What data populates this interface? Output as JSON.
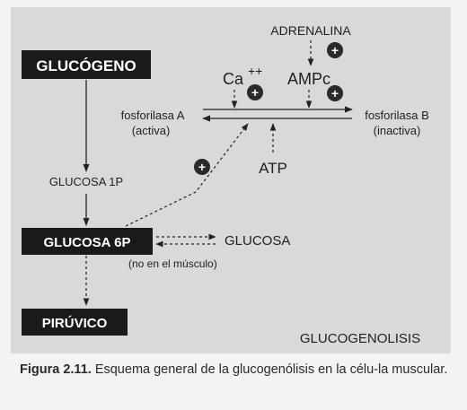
{
  "nodes": {
    "glucogeno": "GLUCÓGENO",
    "glucosa_1p": "GLUCOSA 1P",
    "glucosa_6p": "GLUCOSA 6P",
    "piruvico": "PIRÚVICO",
    "glucosa": "GLUCOSA",
    "no_musculo": "(no en el músculo)",
    "fosforilasa_a": "fosforilasa A",
    "activa": "(activa)",
    "fosforilasa_b": "fosforilasa B",
    "inactiva": "(inactiva)",
    "adrenalina": "ADRENALINA",
    "ca": "Ca",
    "ca_charge": "++",
    "ampc": "AMPc",
    "atp": "ATP",
    "plus": "+",
    "title": "GLUCOGENOLISIS"
  },
  "caption": {
    "label": "Figura 2.11.",
    "text": " Esquema general de la glucogenólisis en la célu-la muscular."
  },
  "colors": {
    "panel": "#d9d9d9",
    "box": "#1a1a1a",
    "plus_circle": "#2a2a2a"
  }
}
